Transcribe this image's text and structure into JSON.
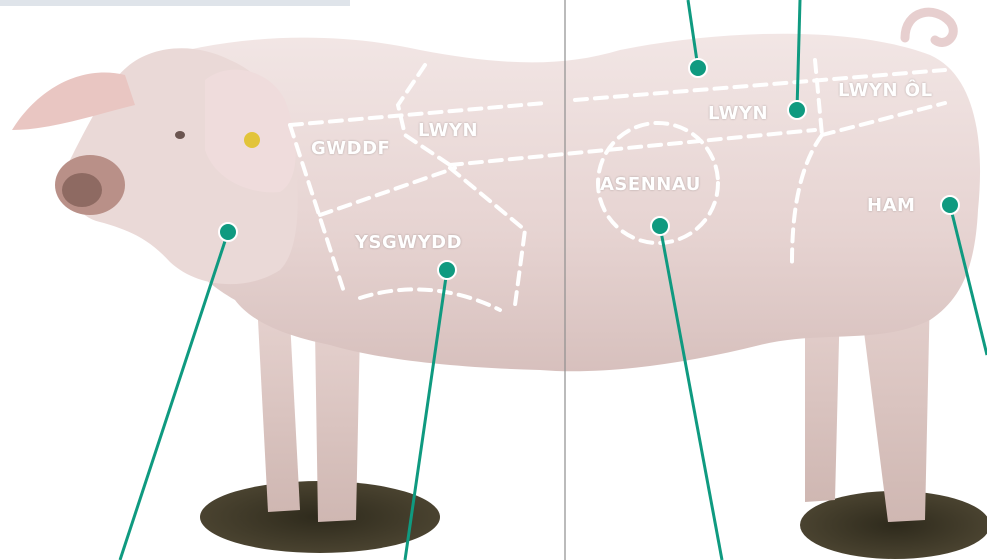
{
  "cuts": {
    "gwddf": "GWDDF",
    "lwyn_front": "LWYN",
    "ysgwydd": "YSGWYDD",
    "asennau": "ASENNAU",
    "lwyn_back": "LWYN",
    "lwyn_ol": "LWYN ÔL",
    "ham": "HAM"
  },
  "colors": {
    "pointer": "#0f9a80",
    "cut_line": "#ffffff",
    "body": "#e9d8d6",
    "ground": "#3a3320"
  }
}
